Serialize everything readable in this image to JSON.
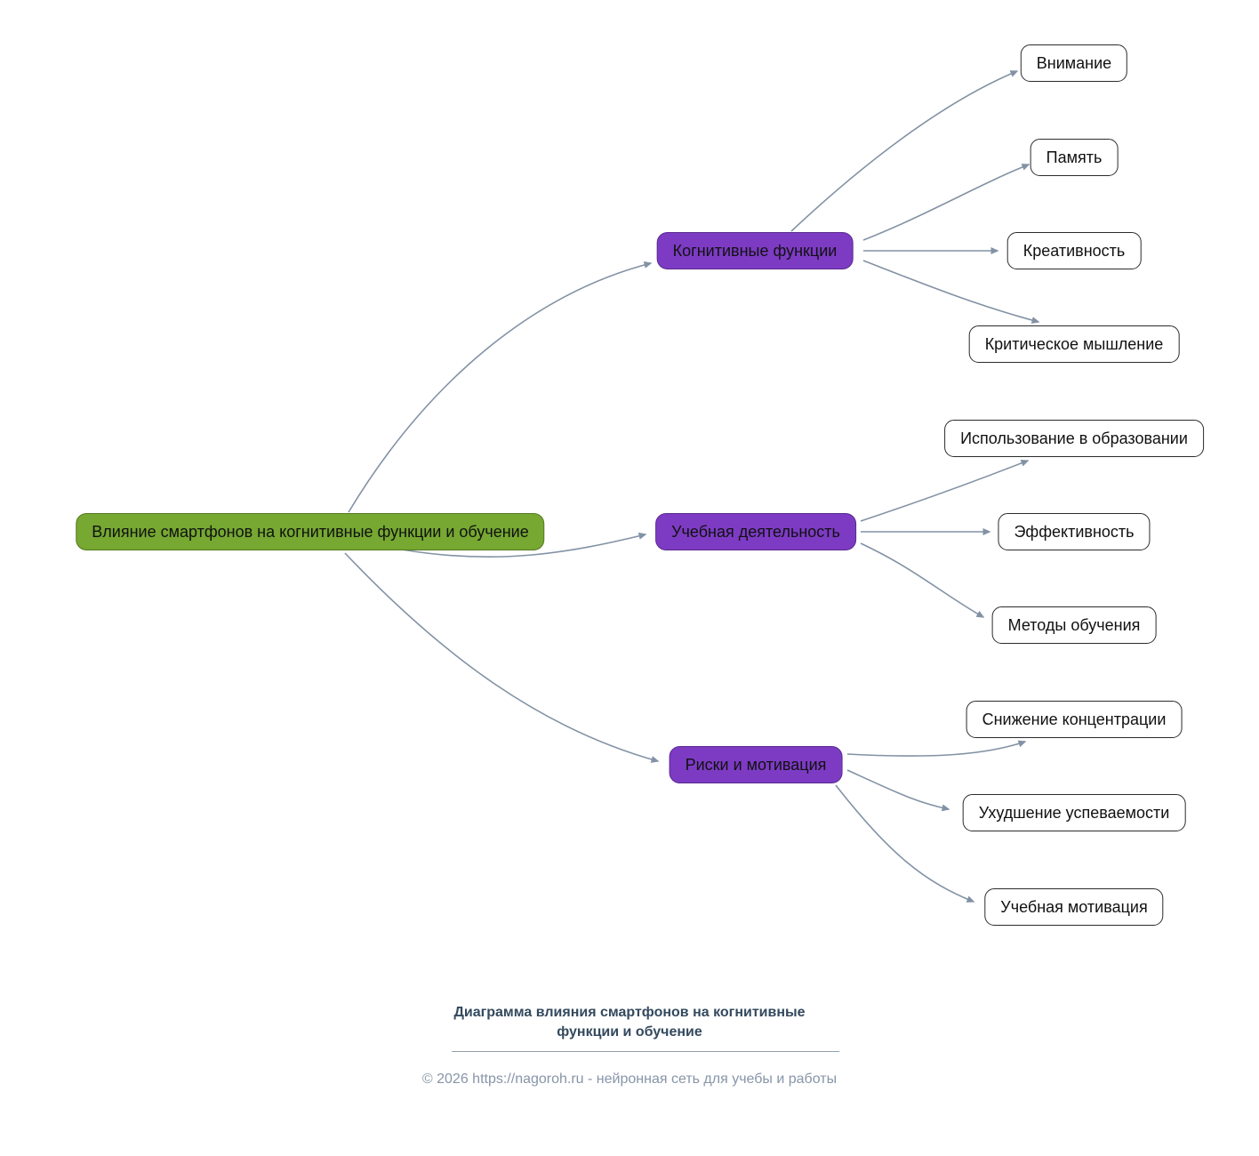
{
  "diagram": {
    "root": {
      "label": "Влияние смартфонов на когнитивные функции и обучение"
    },
    "branches": [
      {
        "label": "Когнитивные функции",
        "children": [
          {
            "label": "Внимание"
          },
          {
            "label": "Память"
          },
          {
            "label": "Креативность"
          },
          {
            "label": "Критическое мышление"
          }
        ]
      },
      {
        "label": "Учебная деятельность",
        "children": [
          {
            "label": "Использование в образовании"
          },
          {
            "label": "Эффективность"
          },
          {
            "label": "Методы обучения"
          }
        ]
      },
      {
        "label": "Риски и мотивация",
        "children": [
          {
            "label": "Снижение концентрации"
          },
          {
            "label": "Ухудшение успеваемости"
          },
          {
            "label": "Учебная мотивация"
          }
        ]
      }
    ]
  },
  "footer": {
    "title_line1": "Диаграмма влияния смартфонов на когнитивные",
    "title_line2": "функции и обучение",
    "copyright": "© 2026 https://nagoroh.ru - нейронная сеть для учебы и работы"
  },
  "colors": {
    "root_fill": "#76a832",
    "root_border": "#55781f",
    "branch_fill": "#7d3bc4",
    "branch_border": "#5a2a8e",
    "leaf_fill": "#ffffff",
    "leaf_border": "#2b2b2b",
    "edge": "#8292a4",
    "title_color": "#34495e",
    "copyright_color": "#8795a8"
  }
}
